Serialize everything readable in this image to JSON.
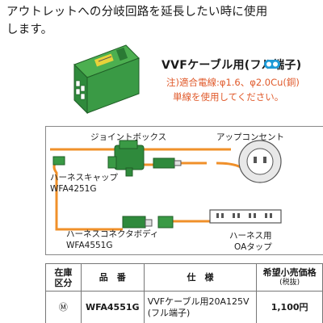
{
  "intro_line1": "アウトレットへの分岐回路を延長したい時に使用",
  "intro_line2": "します。",
  "product_title": "VVFケーブル用(フル端子)",
  "note_line1": "注)適合電線:φ1.6、φ2.0Cu(銅)",
  "note_line2": "単線を使用してください。",
  "diagram": {
    "joint_box": "ジョイントボックス",
    "up_outlet": "アップコンセント",
    "harness_cap": "ハーネスキャップ",
    "harness_cap_code": "WFA4251G",
    "harness_connector": "ハーネスコネクタボディ",
    "harness_connector_code": "WFA4551G",
    "harness_oa_line1": "ハーネス用",
    "harness_oa_line2": "OAタップ"
  },
  "table": {
    "header_stock_line1": "在庫",
    "header_stock_line2": "区分",
    "header_part": "品　番",
    "header_spec": "仕　様",
    "header_price": "希望小売価格",
    "header_price_note": "(税抜)",
    "row": {
      "stock": "Ⓜ",
      "part": "WFA4551G",
      "spec_line1": "VVFケーブル用20A125V",
      "spec_line2": "(フル端子)",
      "price": "1,100円"
    }
  },
  "colors": {
    "connector_green": "#2f8a3c",
    "cable_orange": "#f0902a",
    "note_orange": "#e05a2b",
    "badge_blue": "#1f9ad6"
  }
}
